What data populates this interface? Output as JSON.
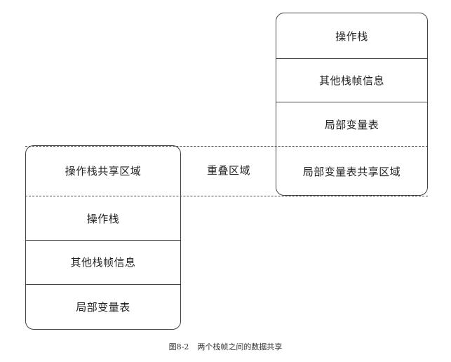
{
  "upper_frame": {
    "cells": [
      "操作栈",
      "其他栈帧信息",
      "局部变量表",
      "局部变量表共享区域"
    ]
  },
  "lower_frame": {
    "cells": [
      "操作栈共享区域",
      "操作栈",
      "其他栈帧信息",
      "局部变量表"
    ]
  },
  "overlap_label": "重叠区域",
  "caption": {
    "number": "图8-2",
    "text": "两个栈帧之间的数据共享"
  }
}
